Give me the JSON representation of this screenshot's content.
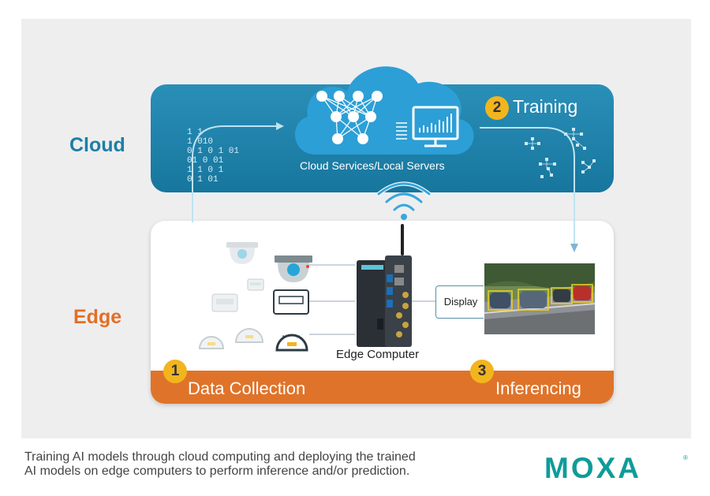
{
  "labels": {
    "cloud": "Cloud",
    "edge": "Edge"
  },
  "cloud_section": {
    "service_label": "Cloud Services/Local Servers",
    "step_number": "2",
    "step_label": "Training",
    "binary_text": "1 1\n1 010\n0 1 0 1 01\n01 0 01\n1 1 0 1\n0 1 01"
  },
  "edge_section": {
    "device_label": "Edge Computer",
    "display_label": "Display",
    "steps": [
      {
        "number": "1",
        "label": "Data Collection"
      },
      {
        "number": "3",
        "label": "Inferencing"
      }
    ]
  },
  "footer": {
    "caption_line1": "Training AI models through cloud computing and deploying the trained",
    "caption_line2": "AI models on edge computers to perform inference and/or prediction.",
    "brand": "MOXA",
    "registered": "®"
  },
  "colors": {
    "cloud_blue": "#1c7fa6",
    "edge_orange": "#e36f26",
    "badge_yellow": "#f2b51e",
    "brand_teal": "#0f9c98"
  }
}
